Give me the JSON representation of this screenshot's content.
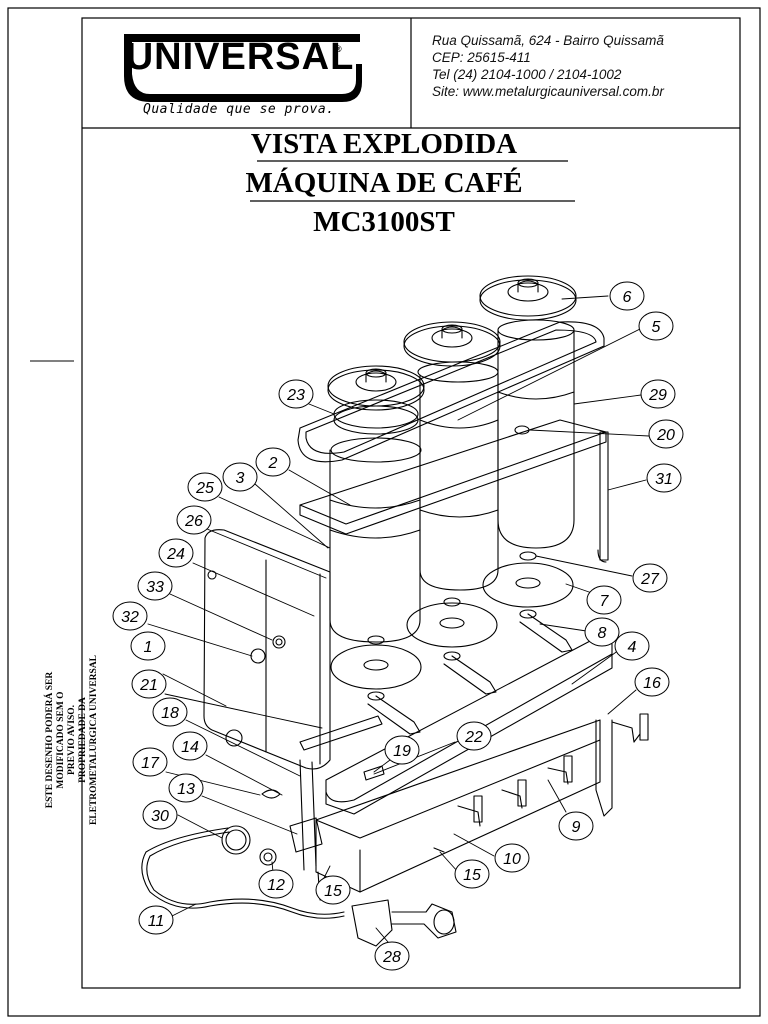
{
  "header": {
    "brand": "UNIVERSAL",
    "slogan": "Qualidade que se prova.",
    "address_lines": [
      "Rua Quissamã, 624 - Bairro Quissamã",
      "CEP: 25615-411",
      "Tel (24) 2104-1000 / 2104-1002",
      "Site: www.metalurgicauniversal.com.br"
    ]
  },
  "titles": [
    "VISTA EXPLODIDA",
    "MÁQUINA DE CAFÉ",
    "MC3100ST"
  ],
  "side_note_lines": [
    "ESTE DESENHO PODERÁ SER",
    "MODIFICADO SEM O",
    "PREVIO AVISO.",
    "PROPRIEDADE DA",
    "ELETROMETALURGICA UNIVERSAL"
  ],
  "callouts": [
    "1",
    "2",
    "3",
    "4",
    "5",
    "6",
    "7",
    "8",
    "9",
    "10",
    "11",
    "12",
    "13",
    "14",
    "15",
    "15",
    "16",
    "17",
    "18",
    "19",
    "20",
    "21",
    "22",
    "23",
    "24",
    "25",
    "26",
    "27",
    "28",
    "29",
    "30",
    "31",
    "32",
    "33"
  ],
  "colors": {
    "line": "#000000",
    "background": "#ffffff"
  }
}
